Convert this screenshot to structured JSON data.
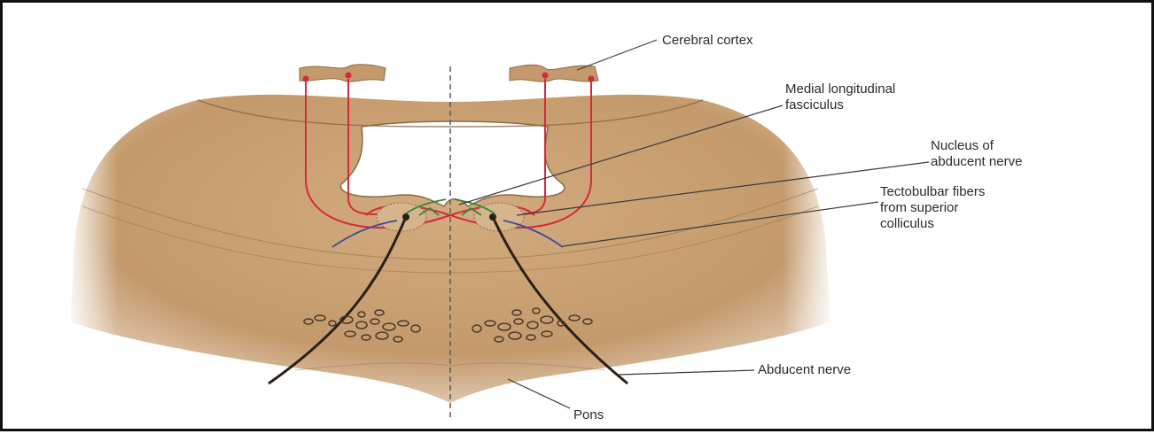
{
  "labels": {
    "cerebral_cortex": "Cerebral cortex",
    "mlf_line1": "Medial longitudinal",
    "mlf_line2": "fasciculus",
    "abducent_nucleus_line1": "Nucleus of",
    "abducent_nucleus_line2": "abducent nerve",
    "tectobulbar_line1": "Tectobulbar fibers",
    "tectobulbar_line2": "from superior",
    "tectobulbar_line3": "colliculus",
    "abducent_nerve": "Abducent nerve",
    "pons": "Pons"
  },
  "colors": {
    "tissue": "#c49a6c",
    "tissue_light": "#d6b48c",
    "tissue_edge": "#8a6a48",
    "corticonuclear_fiber": "#d42a3a",
    "mlf_fiber": "#2e8b3a",
    "tectobulbar_fiber": "#3a4d9a",
    "nerve": "#2a2018",
    "leader": "#3a3a3a",
    "background": "#ffffff",
    "border": "#111111"
  }
}
